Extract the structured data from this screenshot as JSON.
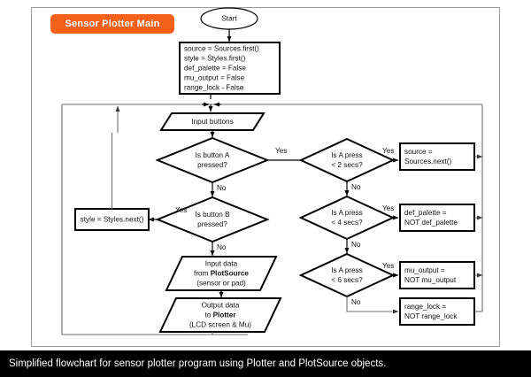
{
  "title_pill": {
    "label": "Sensor Plotter Main",
    "color": "#f4611a"
  },
  "caption": "Simplified flowchart for sensor plotter program using Plotter and PlotSource objects.",
  "flowchart": {
    "start": {
      "label": "Start"
    },
    "init_box": {
      "lines": [
        "source = Sources.first()",
        "style = Styles.first()",
        "def_palette = False",
        "mu_output = False",
        "range_lock - False"
      ]
    },
    "input_buttons": {
      "label": "Input buttons"
    },
    "decision_button_a": {
      "line1": "Is button A",
      "line2": "pressed?"
    },
    "decision_button_b": {
      "line1": "Is button B",
      "line2": "pressed?"
    },
    "style_next_box": {
      "label": "style = Styles.next()"
    },
    "input_data": {
      "line1": "Input data",
      "line2_pre": "from ",
      "line2_bold": "PlotSource",
      "line3": "(sensor or pad)"
    },
    "output_data": {
      "line1": "Output data",
      "line2_pre": "to ",
      "line2_bold": "Plotter",
      "line3": "(LCD screen & Mu)"
    },
    "decision_a_2s": {
      "line1": "Is A press",
      "line2": "< 2 secs?"
    },
    "decision_a_4s": {
      "line1": "Is A press",
      "line2": "< 4 secs?"
    },
    "decision_a_6s": {
      "line1": "Is A press",
      "line2": "< 6 secs?"
    },
    "action_source_next": {
      "line1": "source =",
      "line2": "Sources.next()"
    },
    "action_def_palette": {
      "line1": "def_palette =",
      "line2": "NOT def_palette"
    },
    "action_mu_output": {
      "line1": "mu_output =",
      "line2": "NOT mu_output"
    },
    "action_range_lock": {
      "line1": "range_lock =",
      "line2": "NOT range_lock"
    },
    "labels": {
      "yes": "Yes",
      "no": "No"
    }
  }
}
